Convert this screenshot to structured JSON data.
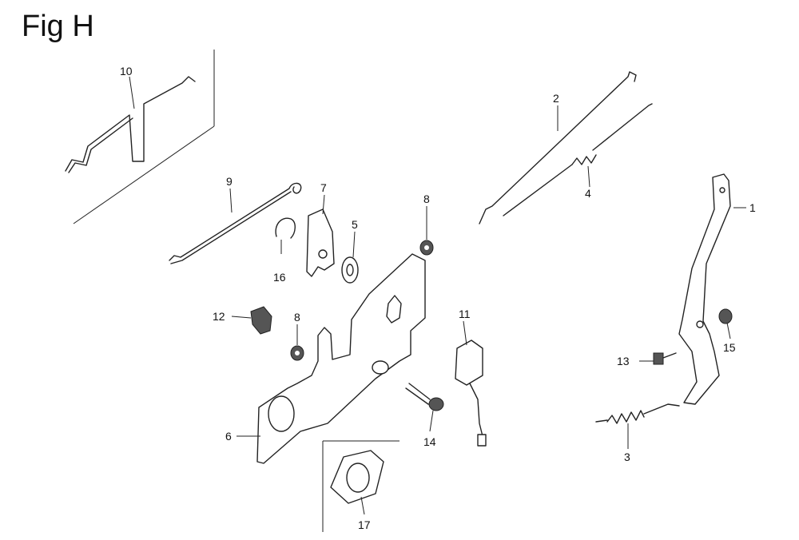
{
  "figure": {
    "title": "Fig H"
  },
  "callouts": [
    {
      "id": "c1",
      "label": "1"
    },
    {
      "id": "c2",
      "label": "2"
    },
    {
      "id": "c3",
      "label": "3"
    },
    {
      "id": "c4",
      "label": "4"
    },
    {
      "id": "c5",
      "label": "5"
    },
    {
      "id": "c6",
      "label": "6"
    },
    {
      "id": "c7",
      "label": "7"
    },
    {
      "id": "c8a",
      "label": "8"
    },
    {
      "id": "c8b",
      "label": "8"
    },
    {
      "id": "c9",
      "label": "9"
    },
    {
      "id": "c10",
      "label": "10"
    },
    {
      "id": "c11",
      "label": "11"
    },
    {
      "id": "c12",
      "label": "12"
    },
    {
      "id": "c13",
      "label": "13"
    },
    {
      "id": "c14",
      "label": "14"
    },
    {
      "id": "c15",
      "label": "15"
    },
    {
      "id": "c16",
      "label": "16"
    },
    {
      "id": "c17",
      "label": "17"
    }
  ]
}
